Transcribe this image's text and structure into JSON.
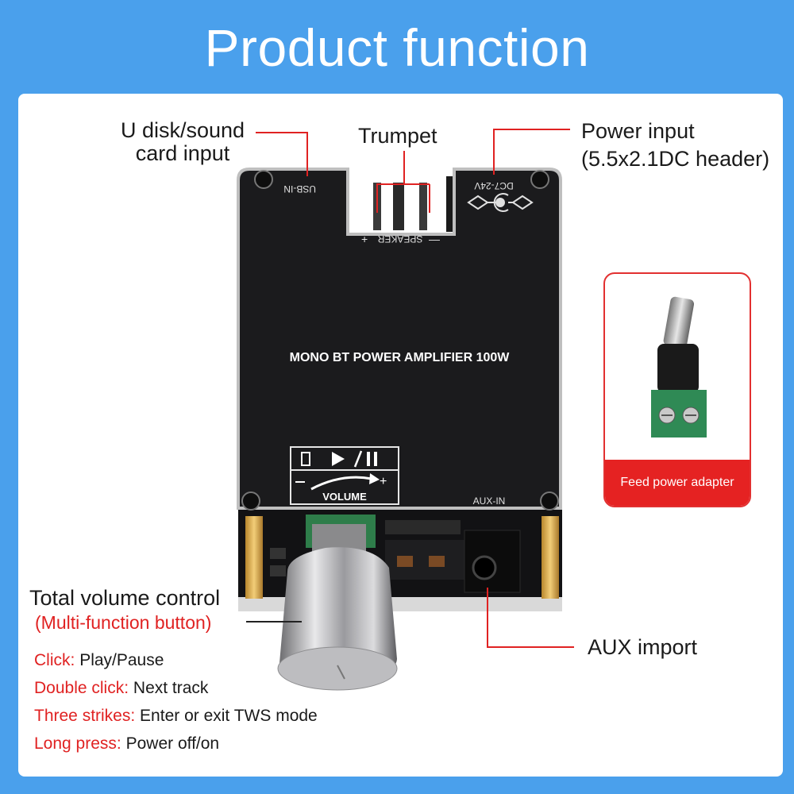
{
  "title": "Product function",
  "labels": {
    "usb_line1": "U disk/sound",
    "usb_line2": "card input",
    "trumpet": "Trumpet",
    "power_line1": "Power input",
    "power_line2": "(5.5x2.1DC header)",
    "volume_line1": "Total volume control",
    "volume_line2": "(Multi-function button)",
    "aux": "AUX import"
  },
  "modes": [
    {
      "key": "Click:",
      "value": "Play/Pause"
    },
    {
      "key": "Double click:",
      "value": "Next track"
    },
    {
      "key": "Three strikes:",
      "value": "Enter or exit TWS mode"
    },
    {
      "key": "Long press:",
      "value": "Power off/on"
    }
  ],
  "adapter": {
    "caption": "Feed power adapter"
  },
  "board": {
    "name": "MONO BT POWER AMPLIFIER 100W",
    "usb_in": "USB-IN",
    "speaker": "SPEAKER",
    "plus": "+",
    "minus": "—",
    "dc": "DC7-24V",
    "volume": "VOLUME",
    "aux_in": "AUX-IN"
  },
  "colors": {
    "background": "#4aa0ec",
    "panel": "#ffffff",
    "accent_red": "#e02222",
    "board": "#1b1b1d"
  }
}
